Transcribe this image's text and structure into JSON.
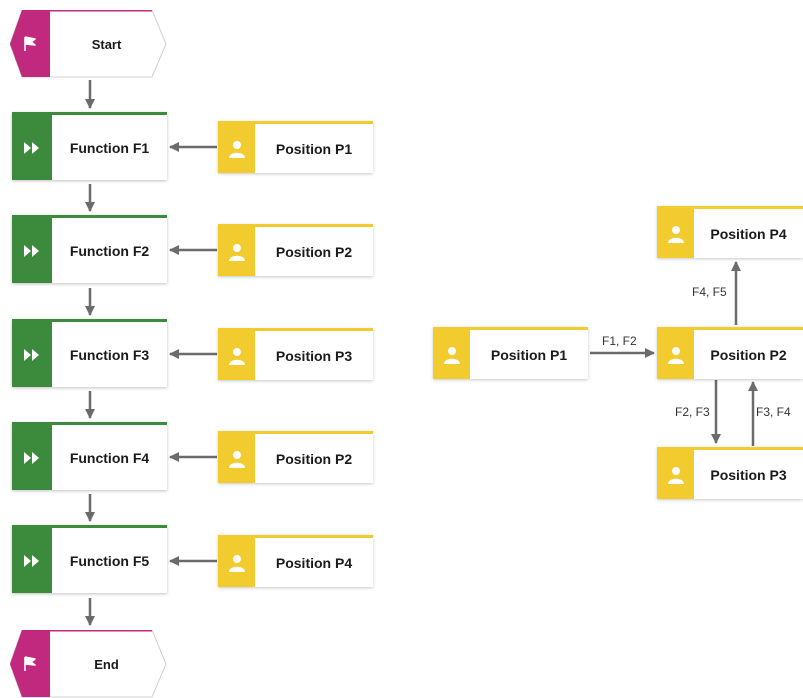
{
  "process": {
    "start": "Start",
    "end": "End",
    "steps": [
      {
        "function": "Function F1",
        "position": "Position P1"
      },
      {
        "function": "Function F2",
        "position": "Position P2"
      },
      {
        "function": "Function F3",
        "position": "Position P3"
      },
      {
        "function": "Function F4",
        "position": "Position P2"
      },
      {
        "function": "Function F5",
        "position": "Position P4"
      }
    ]
  },
  "handover": {
    "positions": {
      "p1": "Position P1",
      "p2": "Position P2",
      "p3": "Position P3",
      "p4": "Position P4"
    },
    "edges": {
      "p1_to_p2": "F1, F2",
      "p2_to_p3": "F2, F3",
      "p3_to_p2": "F3, F4",
      "p2_to_p4": "F4, F5"
    }
  },
  "colors": {
    "function": "#3c8a3c",
    "position": "#f2cb2f",
    "event": "#c0297e",
    "arrow": "#6b6b6b"
  }
}
